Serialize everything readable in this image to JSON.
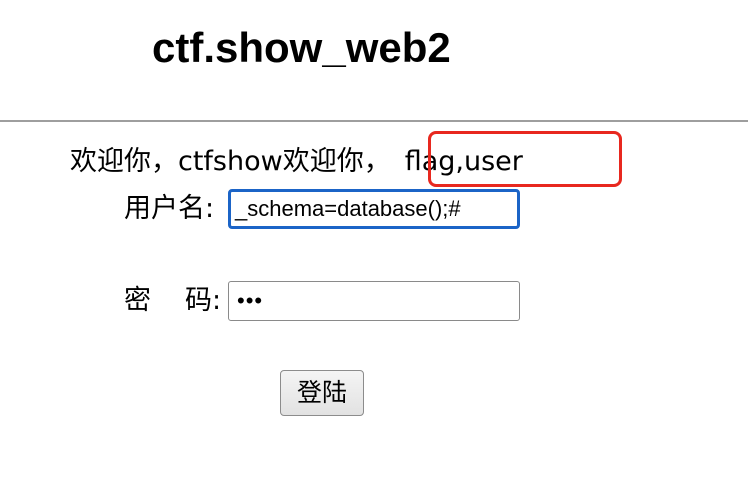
{
  "page": {
    "title": "ctf.show_web2"
  },
  "welcome": {
    "message": "欢迎你，ctfshow欢迎你，",
    "query_result": "flag,user",
    "highlight_color": "#e8281f"
  },
  "form": {
    "username_label": "用户名:",
    "username_value": "_schema=database();#",
    "username_focus_color": "#1b64c7",
    "password_label_first": "密",
    "password_label_second": "码:",
    "password_mask": "•••",
    "submit_label": "登陆"
  }
}
